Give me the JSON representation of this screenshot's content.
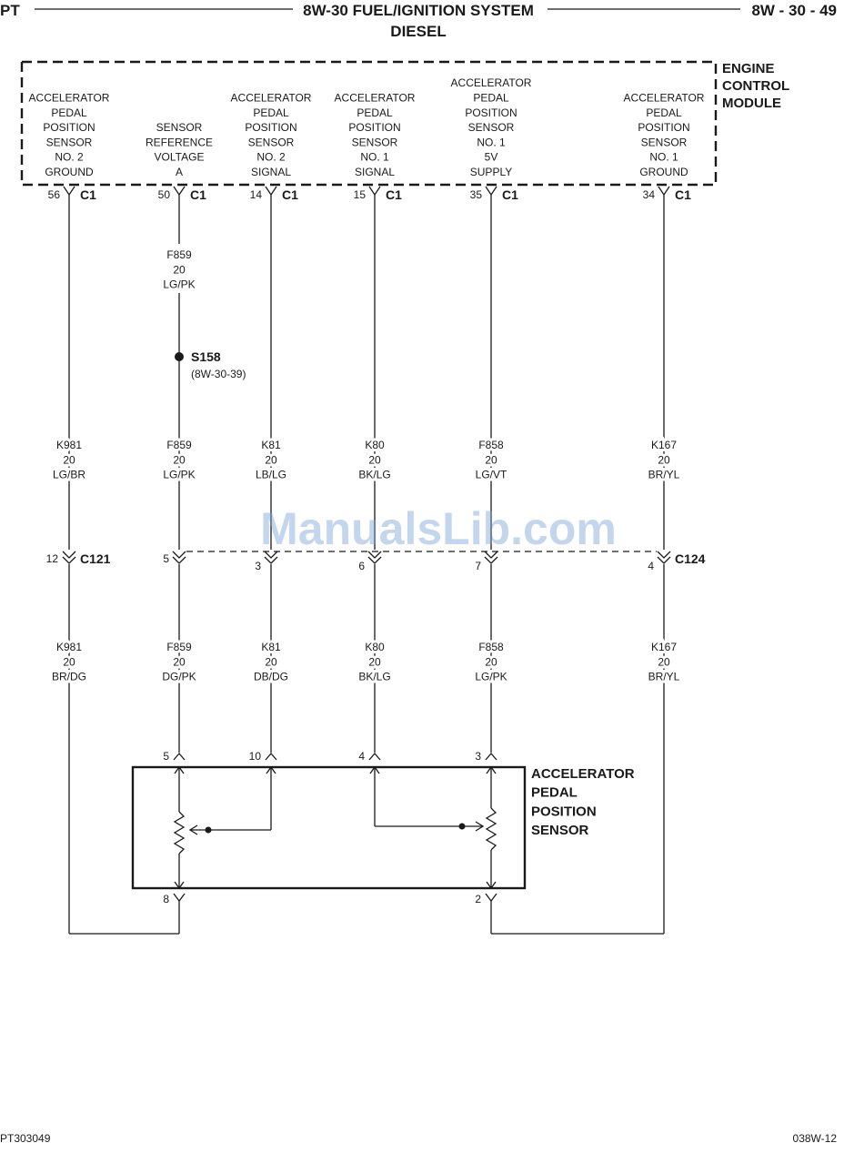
{
  "header": {
    "left": "PT",
    "title": "8W-30 FUEL/IGNITION SYSTEM",
    "subtitle": "DIESEL",
    "right": "8W - 30 - 49"
  },
  "module": {
    "name": [
      "ENGINE",
      "CONTROL",
      "MODULE"
    ],
    "connector": "C1",
    "pins": [
      {
        "id": "p56",
        "lines": [
          "ACCELERATOR",
          "PEDAL",
          "POSITION",
          "SENSOR",
          "NO. 2",
          "GROUND"
        ],
        "pin": "56"
      },
      {
        "id": "p50",
        "lines": [
          "SENSOR",
          "REFERENCE",
          "VOLTAGE",
          "A"
        ],
        "pin": "50"
      },
      {
        "id": "p14",
        "lines": [
          "ACCELERATOR",
          "PEDAL",
          "POSITION",
          "SENSOR",
          "NO. 2",
          "SIGNAL"
        ],
        "pin": "14"
      },
      {
        "id": "p15",
        "lines": [
          "ACCELERATOR",
          "PEDAL",
          "POSITION",
          "SENSOR",
          "NO. 1",
          "SIGNAL"
        ],
        "pin": "15"
      },
      {
        "id": "p35",
        "lines": [
          "ACCELERATOR",
          "PEDAL",
          "POSITION",
          "SENSOR",
          "NO. 1",
          "5V",
          "SUPPLY"
        ],
        "pin": "35"
      },
      {
        "id": "p34",
        "lines": [
          "ACCELERATOR",
          "PEDAL",
          "POSITION",
          "SENSOR",
          "NO. 1",
          "GROUND"
        ],
        "pin": "34"
      }
    ]
  },
  "splice": {
    "name": "S158",
    "ref": "(8W-30-39)",
    "wire_above": [
      "F859",
      "20",
      "LG/PK"
    ]
  },
  "upper_wires": [
    [
      "K981",
      "20",
      "LG/BR"
    ],
    [
      "F859",
      "20",
      "LG/PK"
    ],
    [
      "K81",
      "20",
      "LB/LG"
    ],
    [
      "K80",
      "20",
      "BK/LG"
    ],
    [
      "F858",
      "20",
      "LG/VT"
    ],
    [
      "K167",
      "20",
      "BR/YL"
    ]
  ],
  "connectors": {
    "c121": {
      "name": "C121",
      "pin": "12"
    },
    "c124": {
      "name": "C124",
      "pins": [
        "5",
        "3",
        "6",
        "7",
        "4"
      ]
    }
  },
  "lower_wires": [
    [
      "K981",
      "20",
      "BR/DG"
    ],
    [
      "F859",
      "20",
      "DG/PK"
    ],
    [
      "K81",
      "20",
      "DB/DG"
    ],
    [
      "K80",
      "20",
      "BK/LG"
    ],
    [
      "F858",
      "20",
      "LG/PK"
    ],
    [
      "K167",
      "20",
      "BR/YL"
    ]
  ],
  "sensor": {
    "name": [
      "ACCELERATOR",
      "PEDAL",
      "POSITION",
      "SENSOR"
    ],
    "top_pins": [
      "5",
      "10",
      "4",
      "3"
    ],
    "bottom_pins": [
      "8",
      "2"
    ]
  },
  "watermark": "ManualsLib.com",
  "footer": {
    "left": "PT303049",
    "right": "038W-12"
  }
}
